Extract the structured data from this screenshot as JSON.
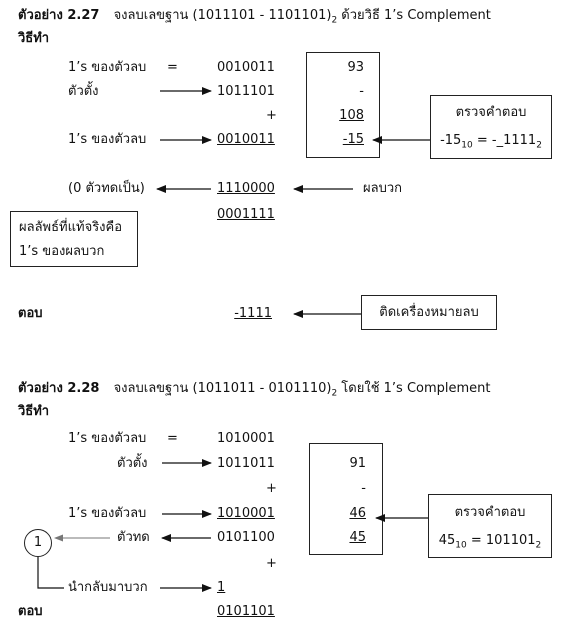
{
  "ex1": {
    "label": "ตัวอย่าง 2.27",
    "problem_pre": "จงลบเลขฐาน (1011101 - 1101101)",
    "problem_sub": "2",
    "problem_post": " ด้วยวิธี 1’s Complement",
    "method": "วิธีทำ",
    "row1_label": "1’s ของตัวลบ",
    "row1_eq": "=",
    "row1_val": "0010011",
    "row2_label": "ตัวตั้ง",
    "row2_val": "1011101",
    "plus1": "+",
    "row3_label": "1’s ของตัวลบ",
    "row3_val": "0010011",
    "check_col": [
      "93",
      "-",
      "108",
      "-15"
    ],
    "check_title": "ตรวจคำตอบ",
    "check_pre": "-15",
    "check_sub1": "10",
    "check_mid": " = -_1111",
    "check_sub2": "2",
    "carry_label": "(0 ตัวทดเป็น)",
    "sum_val": "1110000",
    "sum_label": "ผลบวก",
    "comp_val": "0001111",
    "note_line1": "ผลลัพธ์ที่แท้จริงคือ",
    "note_line2": "1’s ของผลบวก",
    "answer_label": "ตอบ",
    "answer_val": "-1111",
    "answer_note": "ติดเครื่องหมายลบ"
  },
  "ex2": {
    "label": "ตัวอย่าง 2.28",
    "problem_pre": "จงลบเลขฐาน (1011011 - 0101110)",
    "problem_sub": "2",
    "problem_post": " โดยใช้ 1’s Complement",
    "method": "วิธีทำ",
    "row1_label": "1’s ของตัวลบ",
    "row1_eq": "=",
    "row1_val": "1010001",
    "row2_label": "ตัวตั้ง",
    "row2_val": "1011011",
    "plus1": "+",
    "row3_label": "1’s ของตัวลบ",
    "row3_val": "1010001",
    "carry_circle": "1",
    "carry_label": "ตัวทด",
    "carry_val": "0101100",
    "plus2": "+",
    "bring_label": "นำกลับมาบวก",
    "bring_val": "1",
    "check_col": [
      "91",
      "-",
      "46",
      "45"
    ],
    "check_title": "ตรวจคำตอบ",
    "check_pre": "45",
    "check_sub1": "10",
    "check_mid": " = 101101",
    "check_sub2": "2",
    "answer_label": "ตอบ",
    "answer_val": "0101101"
  }
}
